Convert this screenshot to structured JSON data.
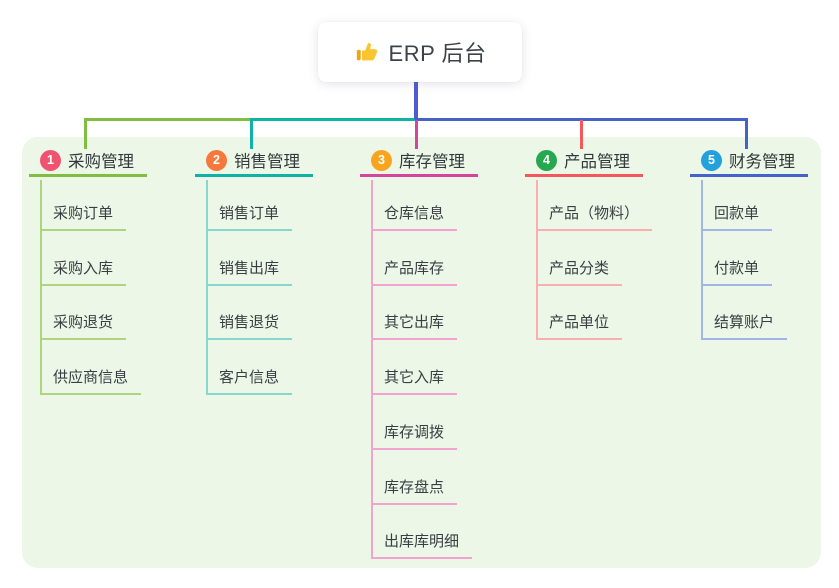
{
  "root": {
    "label": "ERP 后台",
    "icon": "thumbs-up-icon"
  },
  "branches": [
    {
      "num": "1",
      "label": "采购管理",
      "color": "#82bd43",
      "light_color": "#aed480",
      "badge_color": "#f0536f",
      "items": [
        "采购订单",
        "采购入库",
        "采购退货",
        "供应商信息"
      ]
    },
    {
      "num": "2",
      "label": "销售管理",
      "color": "#0fb3a6",
      "light_color": "#89d6cd",
      "badge_color": "#f5793d",
      "items": [
        "销售订单",
        "销售出库",
        "销售退货",
        "客户信息"
      ]
    },
    {
      "num": "3",
      "label": "库存管理",
      "color": "#d5459c",
      "light_color": "#f0a4cf",
      "badge_color": "#f8a51d",
      "items": [
        "仓库信息",
        "产品库存",
        "其它出库",
        "其它入库",
        "库存调拨",
        "库存盘点",
        "出库库明细"
      ]
    },
    {
      "num": "4",
      "label": "产品管理",
      "color": "#f2585c",
      "light_color": "#f7b0ae",
      "badge_color": "#26a851",
      "items": [
        "产品（物料）",
        "产品分类",
        "产品单位"
      ]
    },
    {
      "num": "5",
      "label": "财务管理",
      "color": "#4462ca",
      "light_color": "#a3b5e5",
      "badge_color": "#23a1dd",
      "items": [
        "回款单",
        "付款单",
        "结算账户"
      ]
    }
  ],
  "colors": {
    "panel_background": "#ecf7e7",
    "page_background": "#ffffff",
    "root_line_blue": "#4a5ed0",
    "text_dark": "#3a3e43"
  }
}
